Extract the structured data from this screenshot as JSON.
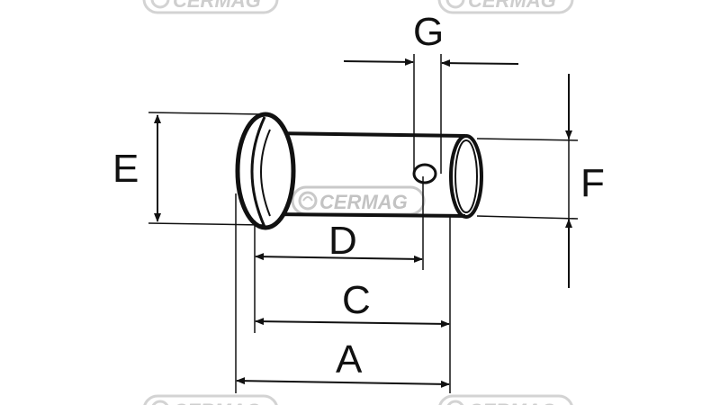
{
  "watermark": {
    "text": "CERMAG",
    "color": "#c9c9c9"
  },
  "dimensions": {
    "A": "A",
    "C": "C",
    "D": "D",
    "E": "E",
    "F": "F",
    "G": "G"
  },
  "colors": {
    "line": "#111111",
    "background": "#ffffff"
  }
}
